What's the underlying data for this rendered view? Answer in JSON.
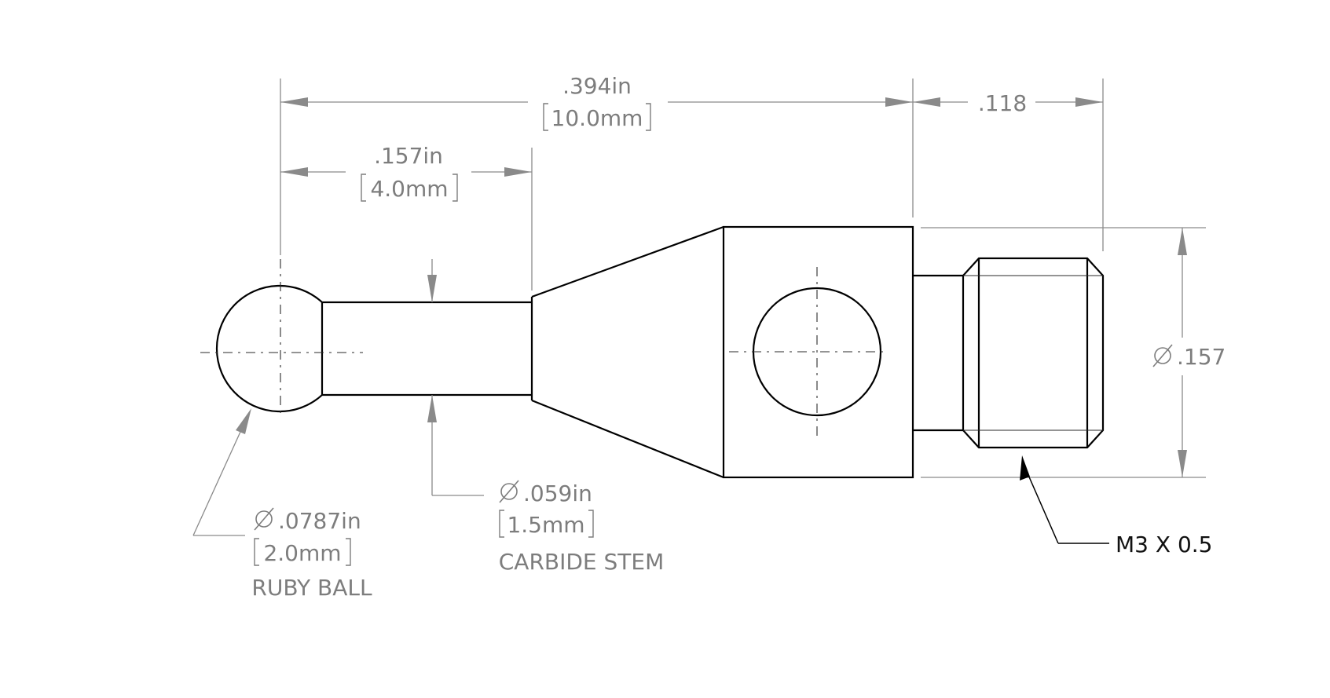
{
  "dimensions": {
    "overall_length": {
      "inch": ".394in",
      "metric": "10.0mm"
    },
    "ball_to_cone_length": {
      "inch": ".157in",
      "metric": "4.0mm"
    },
    "thread_length": {
      "inch": ".118"
    },
    "body_diameter": {
      "symbol": "∅",
      "inch": ".157"
    }
  },
  "callouts": {
    "ruby_ball": {
      "symbol": "∅",
      "inch": ".0787in",
      "metric": "2.0mm",
      "label": "RUBY BALL"
    },
    "carbide_stem": {
      "symbol": "∅",
      "inch": ".059in",
      "metric": "1.5mm",
      "label": "CARBIDE STEM"
    },
    "thread": {
      "label": "M3 X 0.5"
    }
  }
}
